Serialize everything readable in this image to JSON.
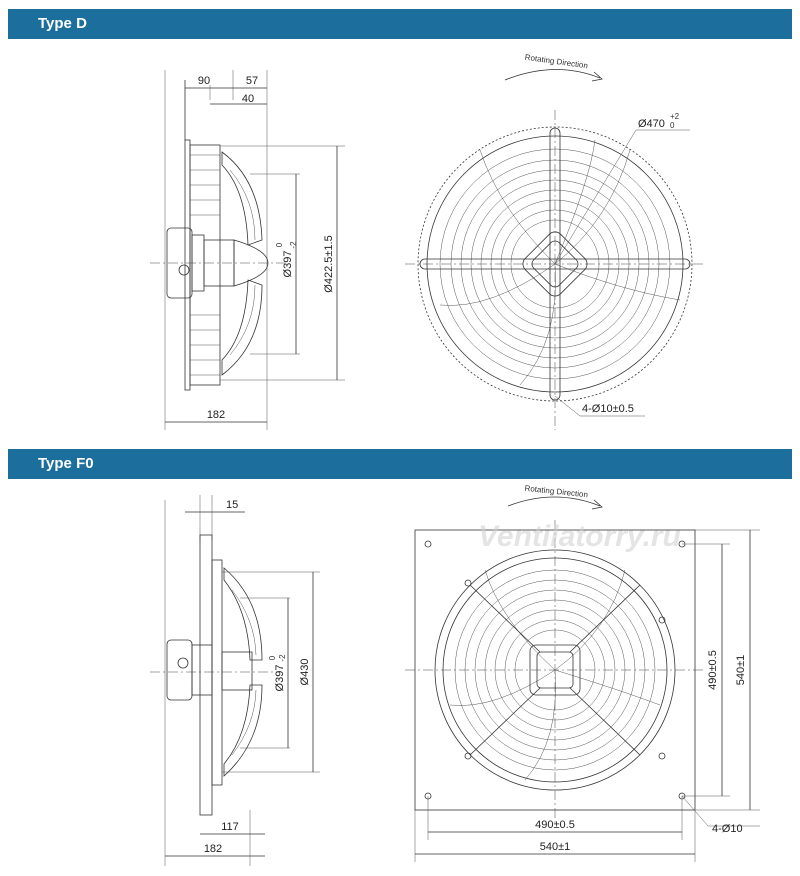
{
  "sections": [
    {
      "title": "Type D",
      "side": {
        "dims": [
          "90",
          "57",
          "40",
          "182",
          "Ø397",
          "0",
          "-2",
          "Ø422.5±1.5"
        ]
      },
      "front": {
        "rotating": "Rotating Direction",
        "outer": "Ø470",
        "outer_tol_up": "+2",
        "outer_tol_dn": "0",
        "holes": "4-Ø10±0.5"
      }
    },
    {
      "title": "Type F0",
      "side": {
        "dims": [
          "15",
          "117",
          "182",
          "Ø397",
          "0",
          "-2",
          "Ø430"
        ]
      },
      "front": {
        "rotating": "Rotating Direction",
        "inner_w": "490±0.5",
        "outer_w": "540±1",
        "inner_h": "490±0.5",
        "outer_h": "540±1",
        "holes": "4-Ø10"
      }
    }
  ],
  "watermark": "Ventilatorry.ru",
  "colors": {
    "band": "#1c6f9c",
    "band_text": "#ffffff",
    "line": "#333333"
  }
}
